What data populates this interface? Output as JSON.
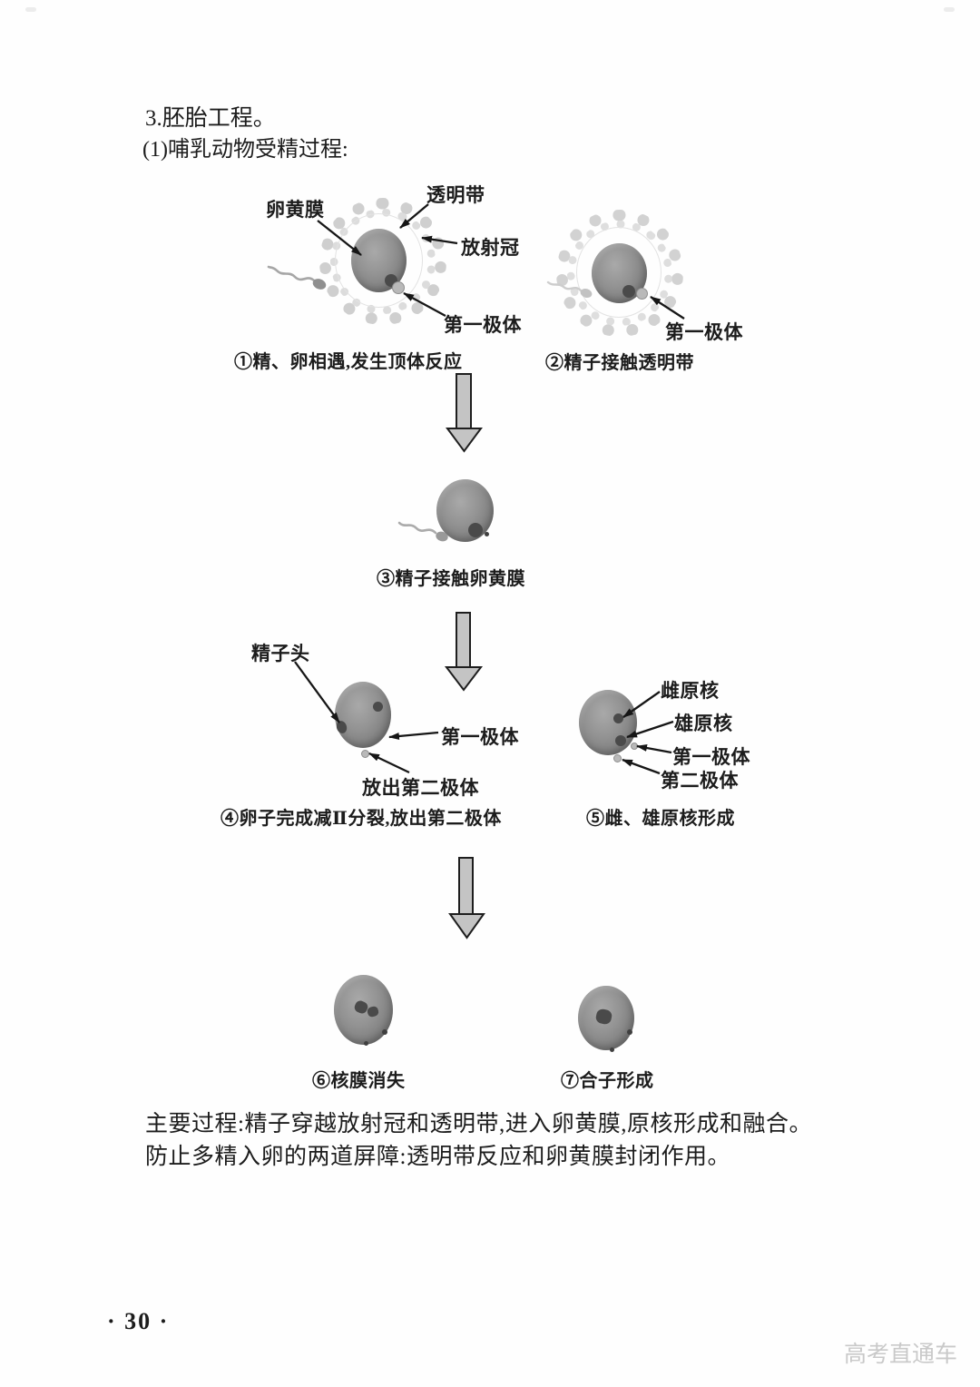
{
  "header": {
    "line1": "3.胚胎工程。",
    "line2": "(1)哺乳动物受精过程:"
  },
  "stages": {
    "stage1": {
      "caption": "①精、卵相遇,发生顶体反应",
      "labels": [
        "卵黄膜",
        "透明带",
        "放射冠",
        "第一极体"
      ]
    },
    "stage2": {
      "caption": "②精子接触透明带",
      "labels": [
        "第一极体"
      ]
    },
    "stage3": {
      "caption": "③精子接触卵黄膜",
      "labels": []
    },
    "stage4": {
      "caption": "④卵子完成减Ⅱ分裂,放出第二极体",
      "labels": [
        "精子头",
        "第一极体",
        "放出第二极体"
      ]
    },
    "stage5": {
      "caption": "⑤雌、雄原核形成",
      "labels": [
        "雌原核",
        "雄原核",
        "第一极体",
        "第二极体"
      ]
    },
    "stage6": {
      "caption": "⑥核膜消失",
      "labels": []
    },
    "stage7": {
      "caption": "⑦合子形成",
      "labels": []
    }
  },
  "summary": {
    "line1": "主要过程:精子穿越放射冠和透明带,进入卵黄膜,原核形成和融合。",
    "line2": "防止多精入卵的两道屏障:透明带反应和卵黄膜封闭作用。"
  },
  "footer": {
    "page_number": "· 30 ·",
    "watermark": "高考直通车"
  },
  "colors": {
    "text": "#1c1c1c",
    "cell_gray": "#8a8a8a",
    "corona_gray": "#cfcfcf",
    "arrow_fill": "#c4c4c4",
    "watermark_gray": "#c9c9c9"
  }
}
